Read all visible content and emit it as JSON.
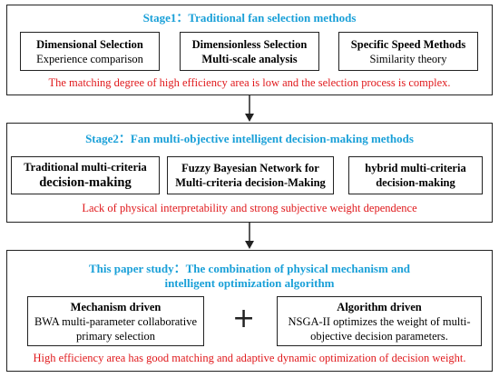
{
  "stage1": {
    "title": "Stage1：Traditional fan selection methods",
    "boxes": [
      {
        "line1": "Dimensional Selection",
        "line2": "Experience comparison"
      },
      {
        "line1": "Dimensionless Selection",
        "line2": "Multi-scale analysis"
      },
      {
        "line1": "Specific Speed Methods",
        "line2": "Similarity theory"
      }
    ],
    "problem": "The matching degree of high efficiency area is low and the selection process is complex."
  },
  "stage2": {
    "title": "Stage2：Fan multi-objective intelligent decision-making methods",
    "boxes": [
      {
        "line1": "Traditional multi-criteria",
        "line2": "decision-making"
      },
      {
        "line1": "Fuzzy Bayesian Network for",
        "line2": "Multi-criteria decision-Making"
      },
      {
        "line1": "hybrid multi-criteria",
        "line2": "decision-making"
      }
    ],
    "problem": "Lack of physical interpretability and strong subjective weight dependence"
  },
  "stage3": {
    "title_line1": "This paper study：The combination of physical mechanism and",
    "title_line2": "intelligent optimization algorithm",
    "left_box": {
      "heading": "Mechanism driven",
      "line1": "BWA multi-parameter collaborative",
      "line2": "primary selection"
    },
    "plus": "+",
    "right_box": {
      "heading": "Algorithm driven",
      "line1": "NSGA-II optimizes the weight of multi-",
      "line2": "objective decision parameters."
    },
    "result": "High efficiency area has good matching and adaptive dynamic optimization of decision weight."
  },
  "colors": {
    "title": "#1aa0d8",
    "problem": "#e0191c",
    "border": "#222222"
  }
}
